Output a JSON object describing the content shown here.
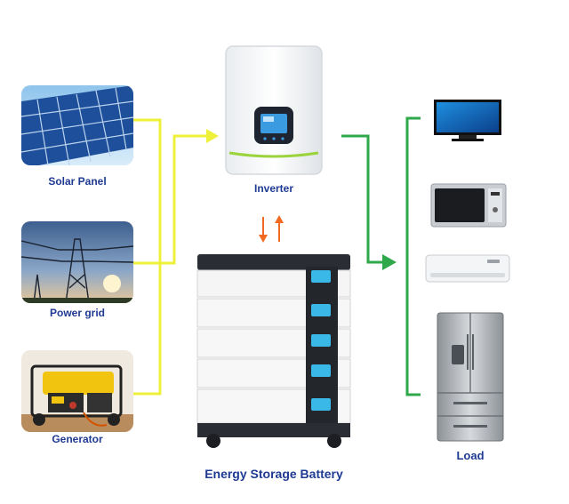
{
  "sources": [
    {
      "id": "solar",
      "label": "Solar Panel"
    },
    {
      "id": "grid",
      "label": "Power grid"
    },
    {
      "id": "generator",
      "label": "Generator"
    }
  ],
  "inverter": {
    "label": "Inverter"
  },
  "battery": {
    "label": "Energy Storage Battery",
    "modules": 5
  },
  "load": {
    "label": "Load",
    "devices": [
      "tv",
      "microwave",
      "air-conditioner",
      "refrigerator"
    ]
  },
  "colors": {
    "input_line": "#eef03a",
    "output_line": "#2ea84a",
    "exchange_arrow": "#f26a21",
    "label": "#1f3a93"
  }
}
